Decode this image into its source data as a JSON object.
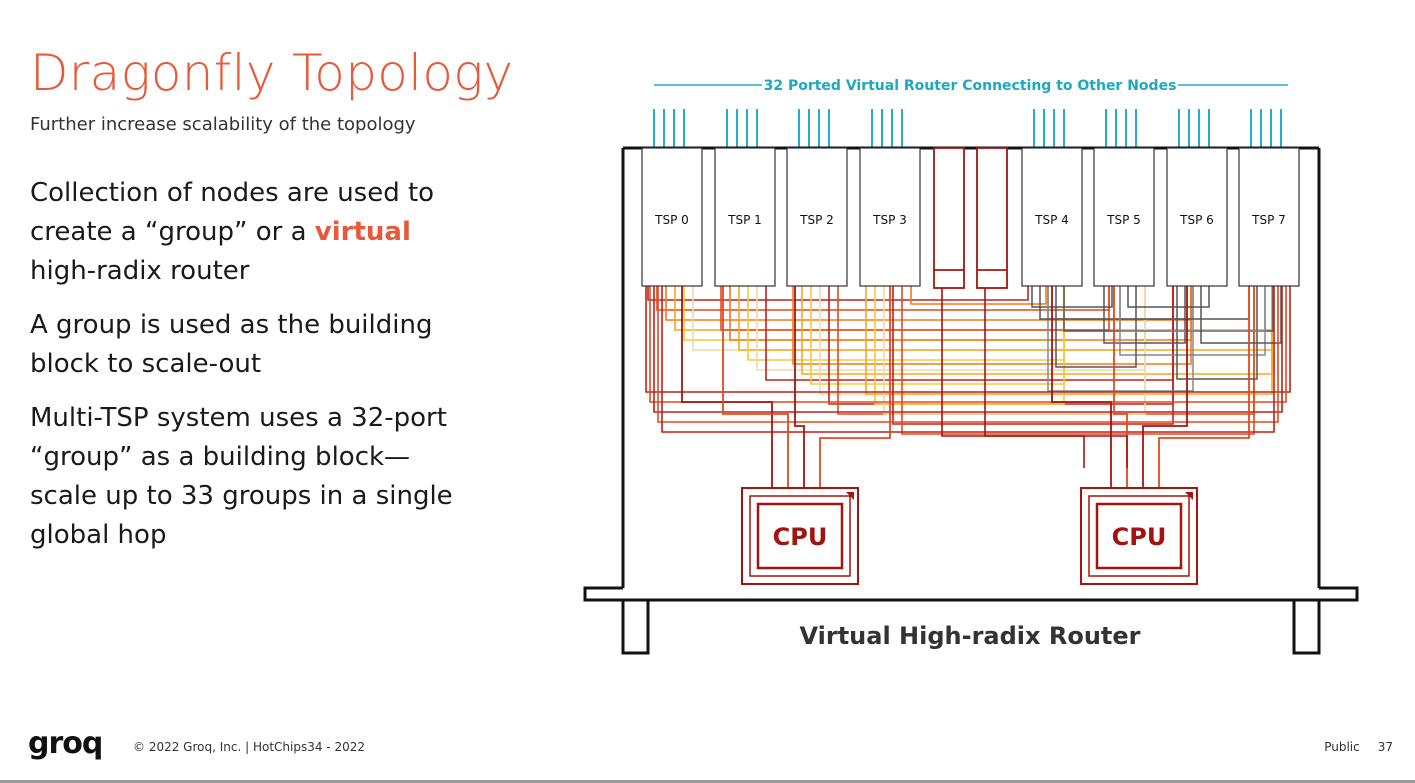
{
  "slide": {
    "title": "Dragonfly Topology",
    "subtitle": "Further increase scalability of the topology",
    "bullets": [
      {
        "before": "Collection of nodes are used to create a “group” or a ",
        "highlight": "virtual",
        "after": " high-radix router"
      },
      {
        "text": "A group is used as the building block to scale-out"
      },
      {
        "text": "Multi-TSP system uses a 32-port “group” as a building block—scale up to 33 groups in a single global hop"
      }
    ]
  },
  "diagram": {
    "header_label": "32 Ported Virtual Router Connecting to Other Nodes",
    "tsp_labels": [
      "TSP 0",
      "TSP 1",
      "TSP 2",
      "TSP 3",
      "TSP 4",
      "TSP 5",
      "TSP 6",
      "TSP 7"
    ],
    "cpu_labels": [
      "CPU",
      "CPU"
    ],
    "caption": "Virtual High-radix Router",
    "colors": {
      "port_lines": "#1fb1c7",
      "header_text": "#1ca9c0",
      "cpu": "#a3140f",
      "wires": [
        "#c0201a",
        "#e24a1f",
        "#f07a1a",
        "#f5a623",
        "#f5c83a",
        "#f2d9a8",
        "#555555",
        "#888888"
      ]
    }
  },
  "footer": {
    "logo": "groq",
    "copyright": "© 2022 Groq, Inc. | HotChips34 - 2022",
    "classification": "Public",
    "page_number": "37"
  }
}
